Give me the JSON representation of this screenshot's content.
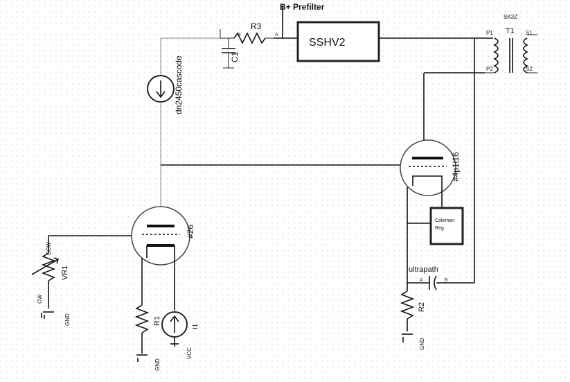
{
  "labels": {
    "prefilter": "B+ Prefilter",
    "sshv2": "SSHV2",
    "r3": "R3",
    "c1": "C1",
    "t1": "T1",
    "t1_part": "SK3Z",
    "p1": "P1",
    "p2": "P2",
    "s1": "S1",
    "s2": "S2",
    "cascode": "dn2450cascode",
    "tube_out": "#4p1l16",
    "tube_in": "#26",
    "coleman_line1": "Coleman",
    "coleman_line2": "Reg",
    "vr1": "VR1",
    "ccw": "CCW",
    "cw": "CW",
    "r1": "R1",
    "i1": "I1",
    "vcc": "VCC",
    "ultrapath": "ultrapath",
    "r2": "R2",
    "gnd": "GND",
    "cap_a": "A",
    "cap_b": "B",
    "pin_a": "A",
    "pin_b": "B"
  },
  "colors": {
    "wire": "#111111",
    "grid_dot": "#c8c8c8",
    "tube_outline": "#444444"
  }
}
